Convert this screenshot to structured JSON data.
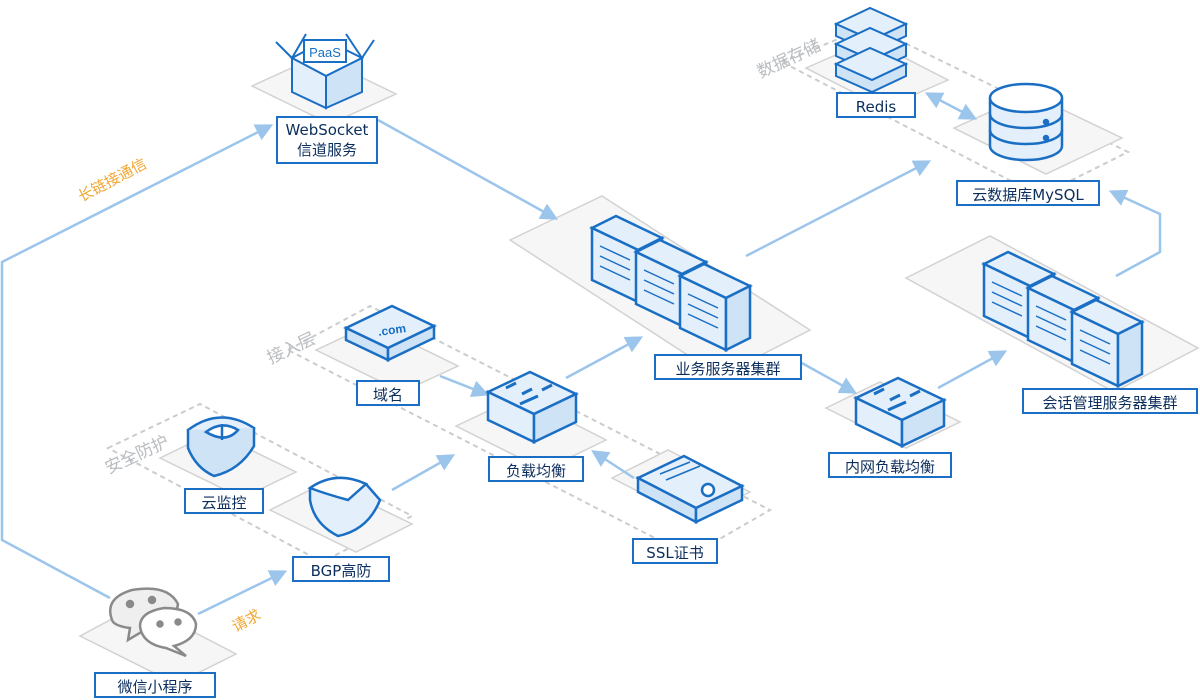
{
  "groups": {
    "data_storage": "数据存储",
    "access_layer": "接入层",
    "security": "安全防护"
  },
  "flows": {
    "long_link": "长链接通信",
    "request": "请求"
  },
  "nodes": {
    "websocket": {
      "line1": "WebSocket",
      "line2": "信道服务",
      "icon_text": "PaaS"
    },
    "redis": "Redis",
    "mysql": "云数据库MySQL",
    "biz_cluster": "业务服务器集群",
    "session_cluster": "会话管理服务器集群",
    "domain": {
      "label": "域名",
      "icon_text": ".com"
    },
    "load_balancer": "负载均衡",
    "internal_lb": "内网负载均衡",
    "cloud_monitor": "云监控",
    "bgp": "BGP高防",
    "ssl": "SSL证书",
    "miniprogram": "微信小程序"
  },
  "icons": {
    "websocket": "paas-box-icon",
    "redis": "redis-stack-icon",
    "mysql": "database-icon",
    "biz_cluster": "server-cluster-icon",
    "session_cluster": "server-cluster-icon",
    "domain": "domain-com-icon",
    "load_balancer": "load-balancer-icon",
    "internal_lb": "load-balancer-icon",
    "cloud_monitor": "monitor-eye-icon",
    "bgp": "shield-icon",
    "ssl": "certificate-icon",
    "miniprogram": "wechat-icon"
  },
  "colors": {
    "stroke": "#1a6fc4",
    "fill": "#e3effb",
    "arrow": "#9cc5ec",
    "group_text": "#b9bcc0",
    "flow_text": "#f0a632"
  }
}
